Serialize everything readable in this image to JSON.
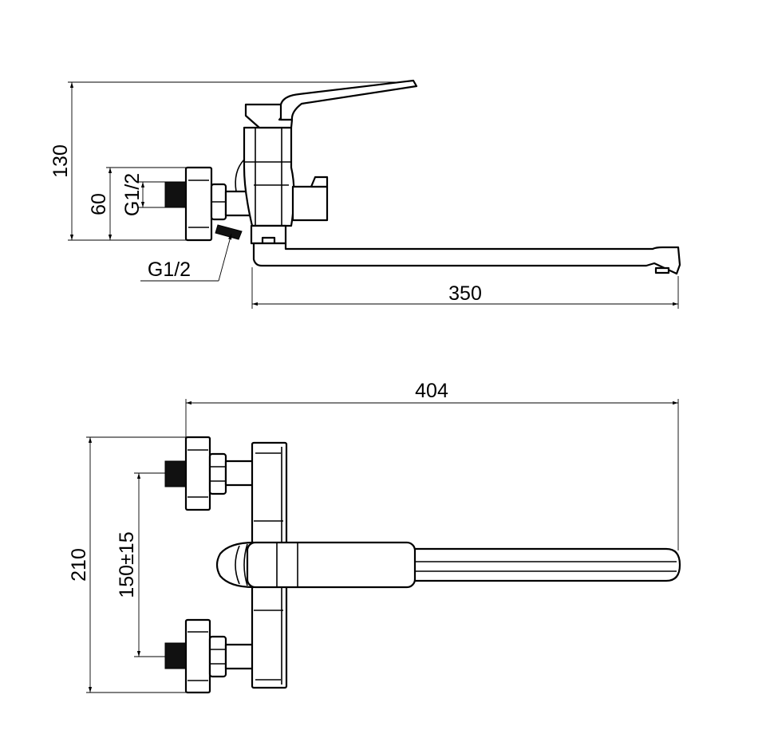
{
  "drawing": {
    "side_view": {
      "dim_height_total": "130",
      "dim_height_inlet": "60",
      "dim_thread_vertical": "G1/2",
      "dim_thread_outlet": "G1/2",
      "dim_spout_length": "350"
    },
    "top_view": {
      "dim_total_length": "404",
      "dim_total_height": "210",
      "dim_inlet_spacing": "150±15"
    }
  }
}
